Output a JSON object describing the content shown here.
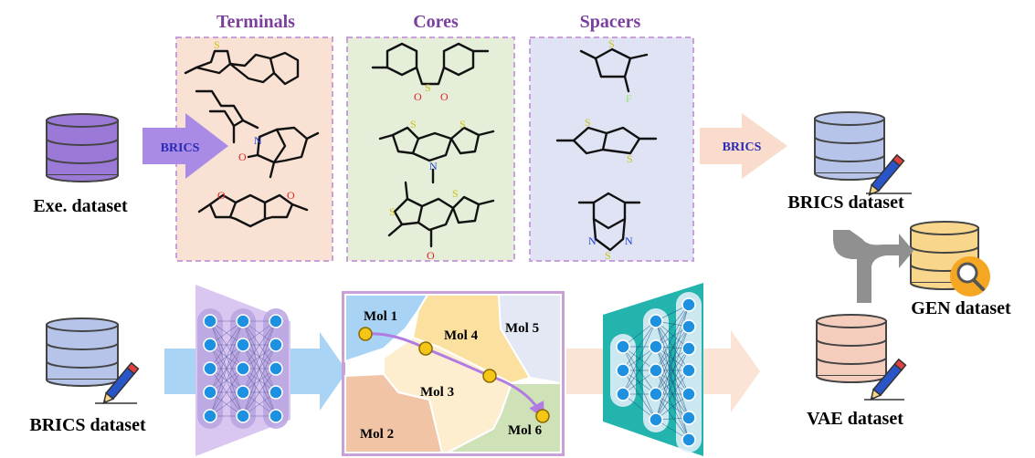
{
  "panels": {
    "terminals": {
      "title": "Terminals",
      "fill": "#f9e2d4",
      "border": "#c9a1d8"
    },
    "cores": {
      "title": "Cores",
      "fill": "#e4eed8",
      "border": "#c9a1d8"
    },
    "spacers": {
      "title": "Spacers",
      "fill": "#dfe3f3",
      "border": "#c9a1d8"
    },
    "title_color": "#7b3f9e"
  },
  "datasets": {
    "exe": {
      "label": "Exe. dataset",
      "color": "#9a7ad6"
    },
    "brics_top": {
      "label": "BRICS dataset",
      "color": "#b6c4ea"
    },
    "brics_bottom": {
      "label": "BRICS dataset",
      "color": "#b6c4ea"
    },
    "gen": {
      "label": "GEN dataset",
      "color": "#f8d68b"
    },
    "vae": {
      "label": "VAE dataset",
      "color": "#f4cdbd"
    }
  },
  "arrows": {
    "brics_left": {
      "label": "BRICS",
      "color": "#a98be6"
    },
    "brics_right": {
      "label": "BRICS",
      "color": "#f9dccb"
    },
    "label_color": "#2a2ab5"
  },
  "atoms": {
    "S": "S",
    "O": "O",
    "N": "N",
    "F": "F"
  },
  "latent": {
    "regions": [
      {
        "label": "Mol 1",
        "color": "#a8d3f5"
      },
      {
        "label": "Mol 2",
        "color": "#f2c4a6"
      },
      {
        "label": "Mol 3",
        "color": "#fdeecf"
      },
      {
        "label": "Mol 4",
        "color": "#fbe0a0"
      },
      {
        "label": "Mol 5",
        "color": "#e4e8f4"
      },
      {
        "label": "Mol 6",
        "color": "#cfe2b7"
      }
    ],
    "border": "#c9a1d8",
    "path_color": "#b07be3",
    "node_color": "#f5c518"
  },
  "encoder": {
    "fill": "#d9c7f1",
    "node_color": "#1e90e0",
    "arrow_color": "#a9d4f6"
  },
  "decoder": {
    "fill": "#23b4ae",
    "node_color": "#1e90e0",
    "arrow_color": "#fbe3d5"
  }
}
